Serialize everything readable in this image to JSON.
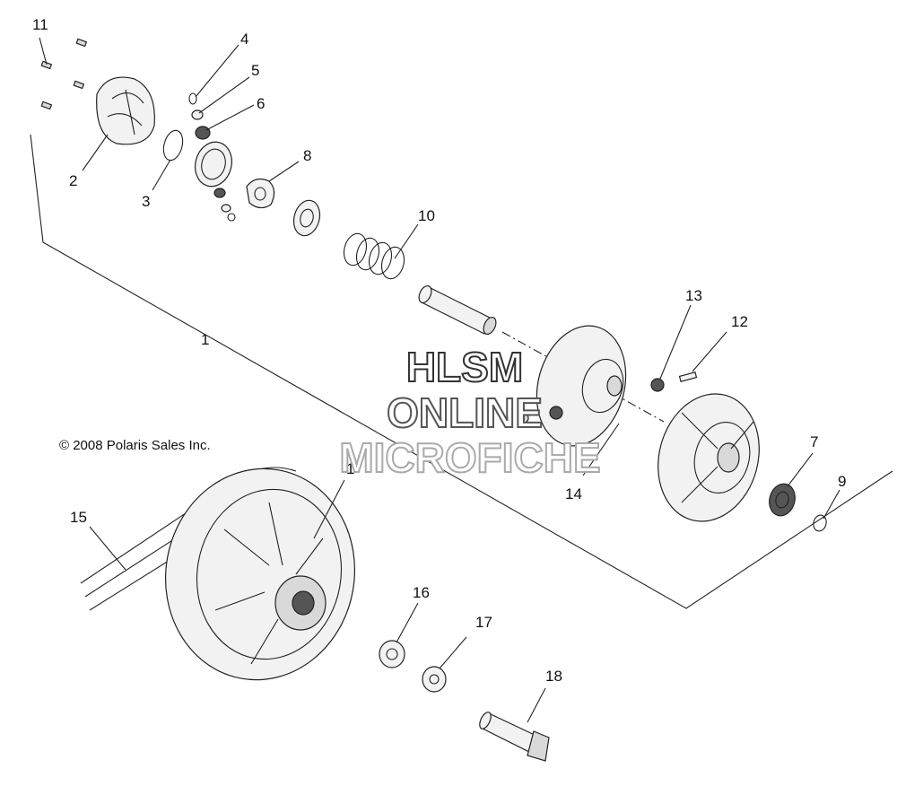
{
  "copyright": "© 2008 Polaris Sales Inc.",
  "watermark": {
    "line1": "HLSM",
    "line2": "ONLINE",
    "line3": "MICROFICHE"
  },
  "callouts": [
    "11",
    "4",
    "5",
    "6",
    "2",
    "3",
    "8",
    "10",
    "13",
    "12",
    "1",
    "14",
    "7",
    "9",
    "1",
    "15",
    "16",
    "17",
    "18"
  ],
  "colors": {
    "line": "#222222",
    "fill": "#f2f2f2",
    "watermark_stroke_dark": "#333333",
    "watermark_stroke_light": "#999999"
  }
}
